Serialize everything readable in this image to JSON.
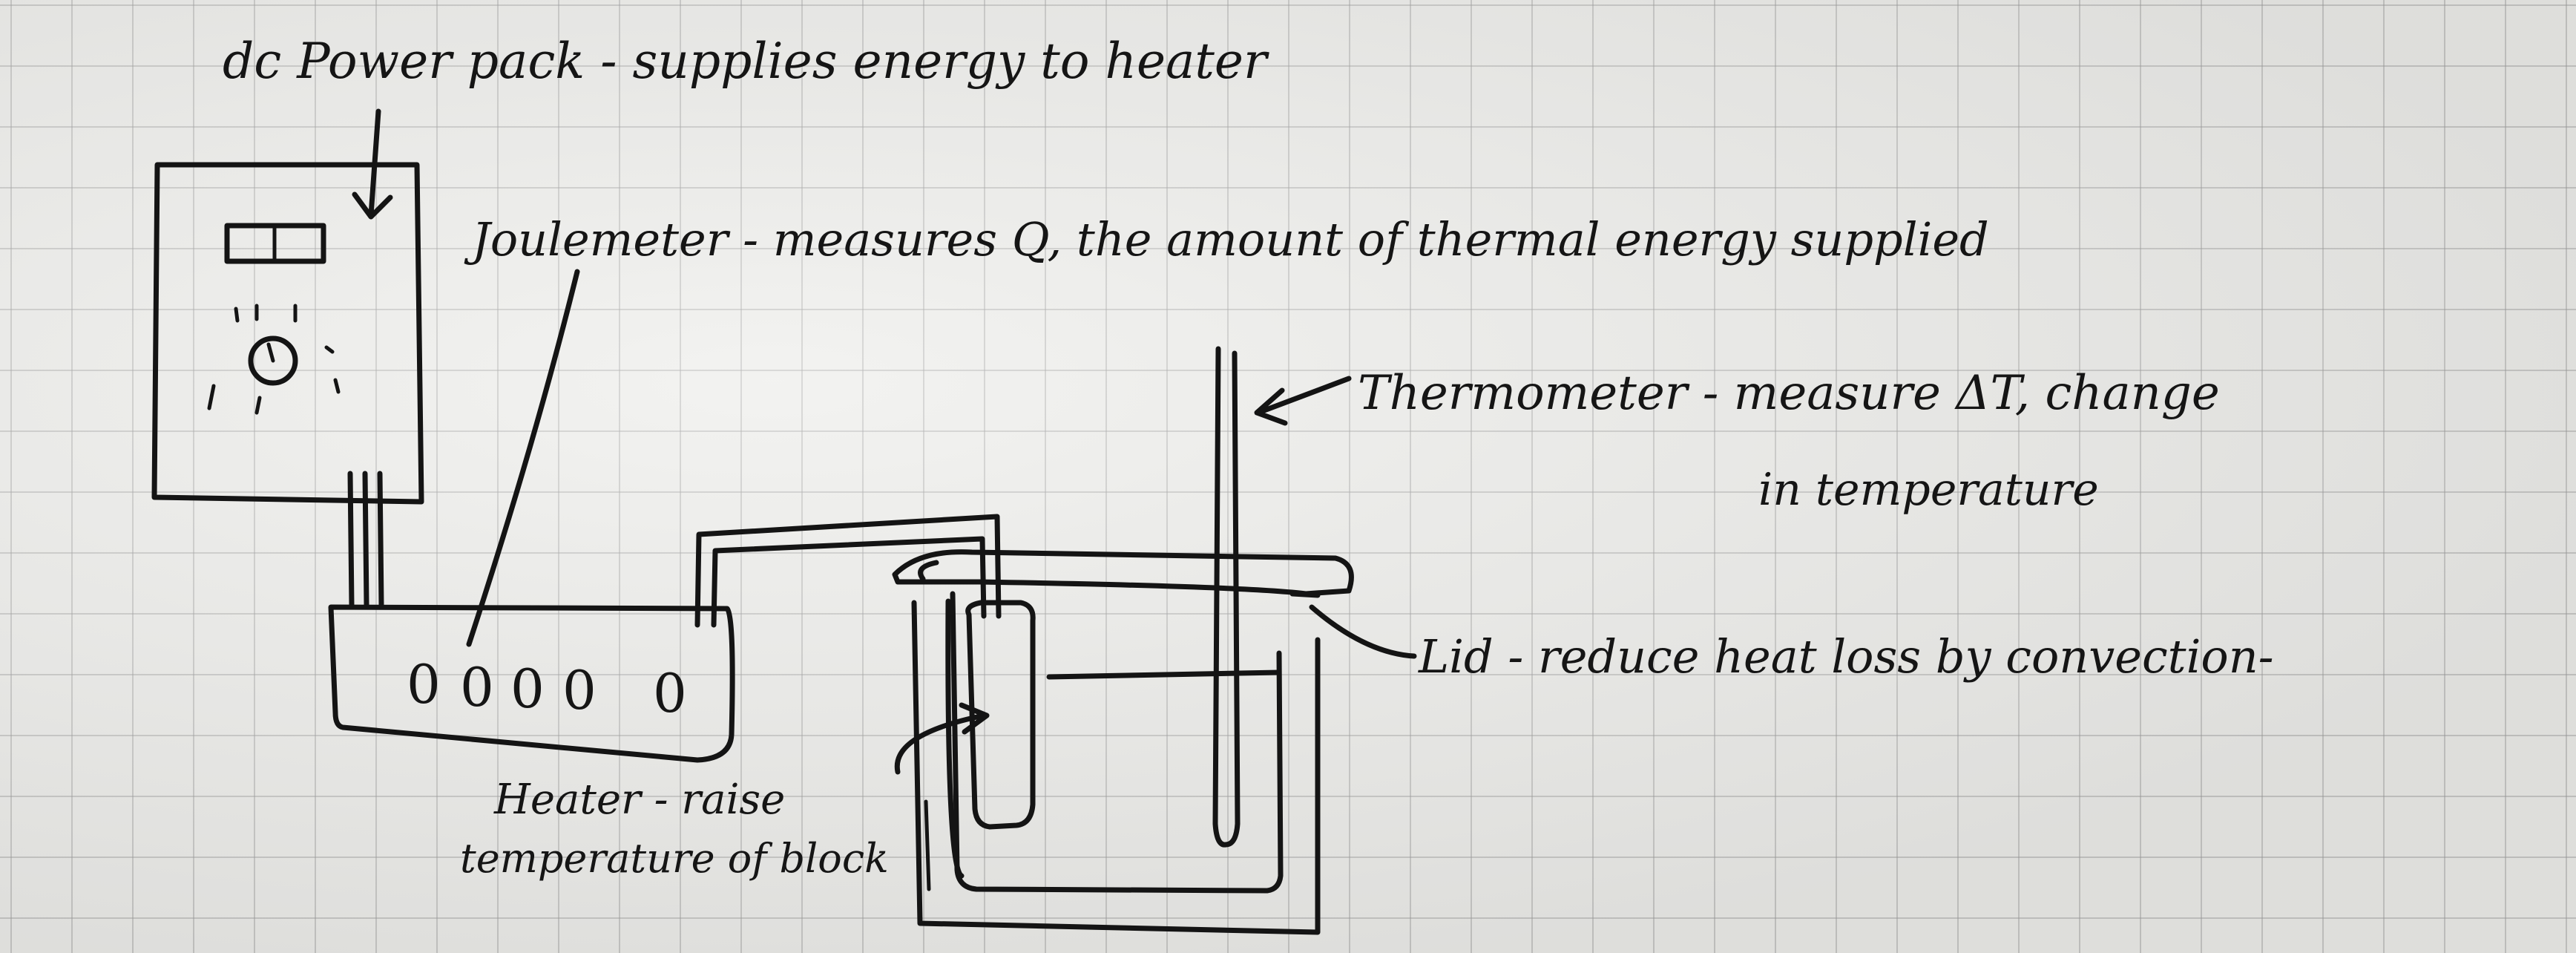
{
  "labels": {
    "power_pack": "dc Power pack - supplies energy to heater",
    "joulemeter": "Joulemeter - measures Q, the amount of thermal energy supplied",
    "thermometer": "Thermometer - measure ΔT, change",
    "thermometer_line2": "in temperature",
    "lid": "Lid - reduce heat loss by convection-",
    "heater": "Heater - raise",
    "heater_line2": "temperature of block"
  },
  "joulemeter_readout": [
    "0",
    "0",
    "0",
    "0",
    "0"
  ]
}
